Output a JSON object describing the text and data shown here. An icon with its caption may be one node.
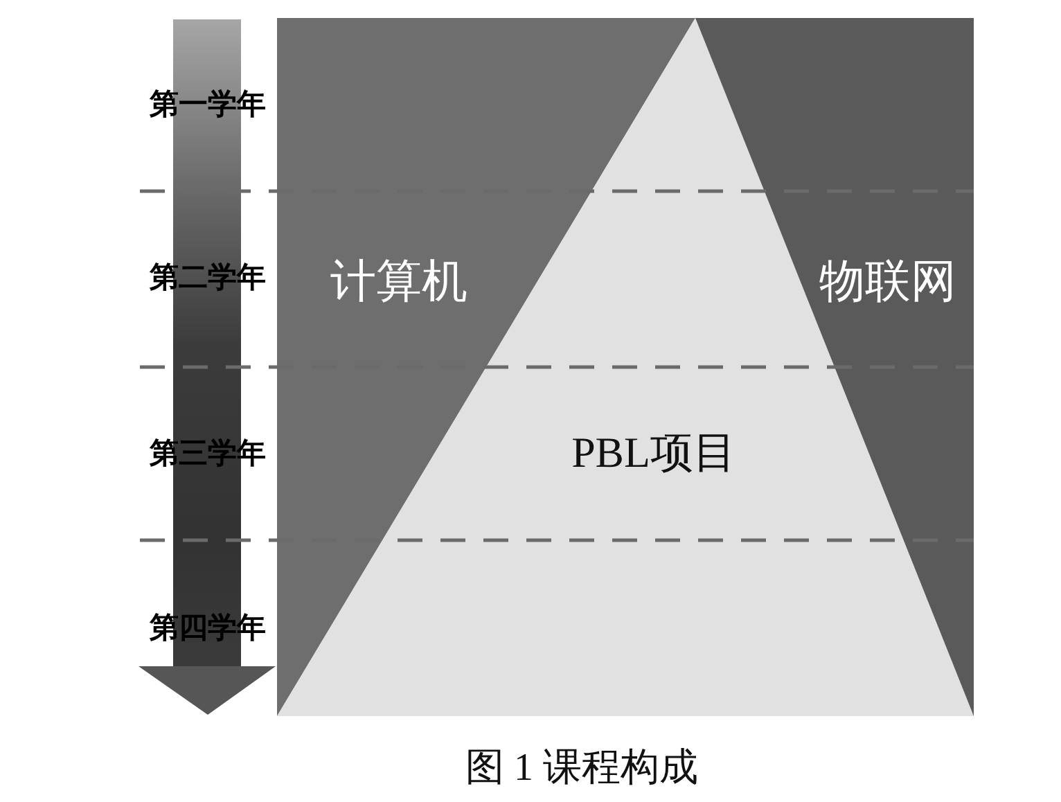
{
  "diagram": {
    "caption": "图 1 课程构成",
    "nodes": [
      {
        "text": [
          "计算机"
        ]
      },
      {
        "text": [
          "PBL项目"
        ]
      },
      {
        "text": [
          "物联网"
        ]
      }
    ],
    "labels": [
      "第一学年",
      "第二学年",
      "第三学年",
      "第四学年"
    ]
  }
}
